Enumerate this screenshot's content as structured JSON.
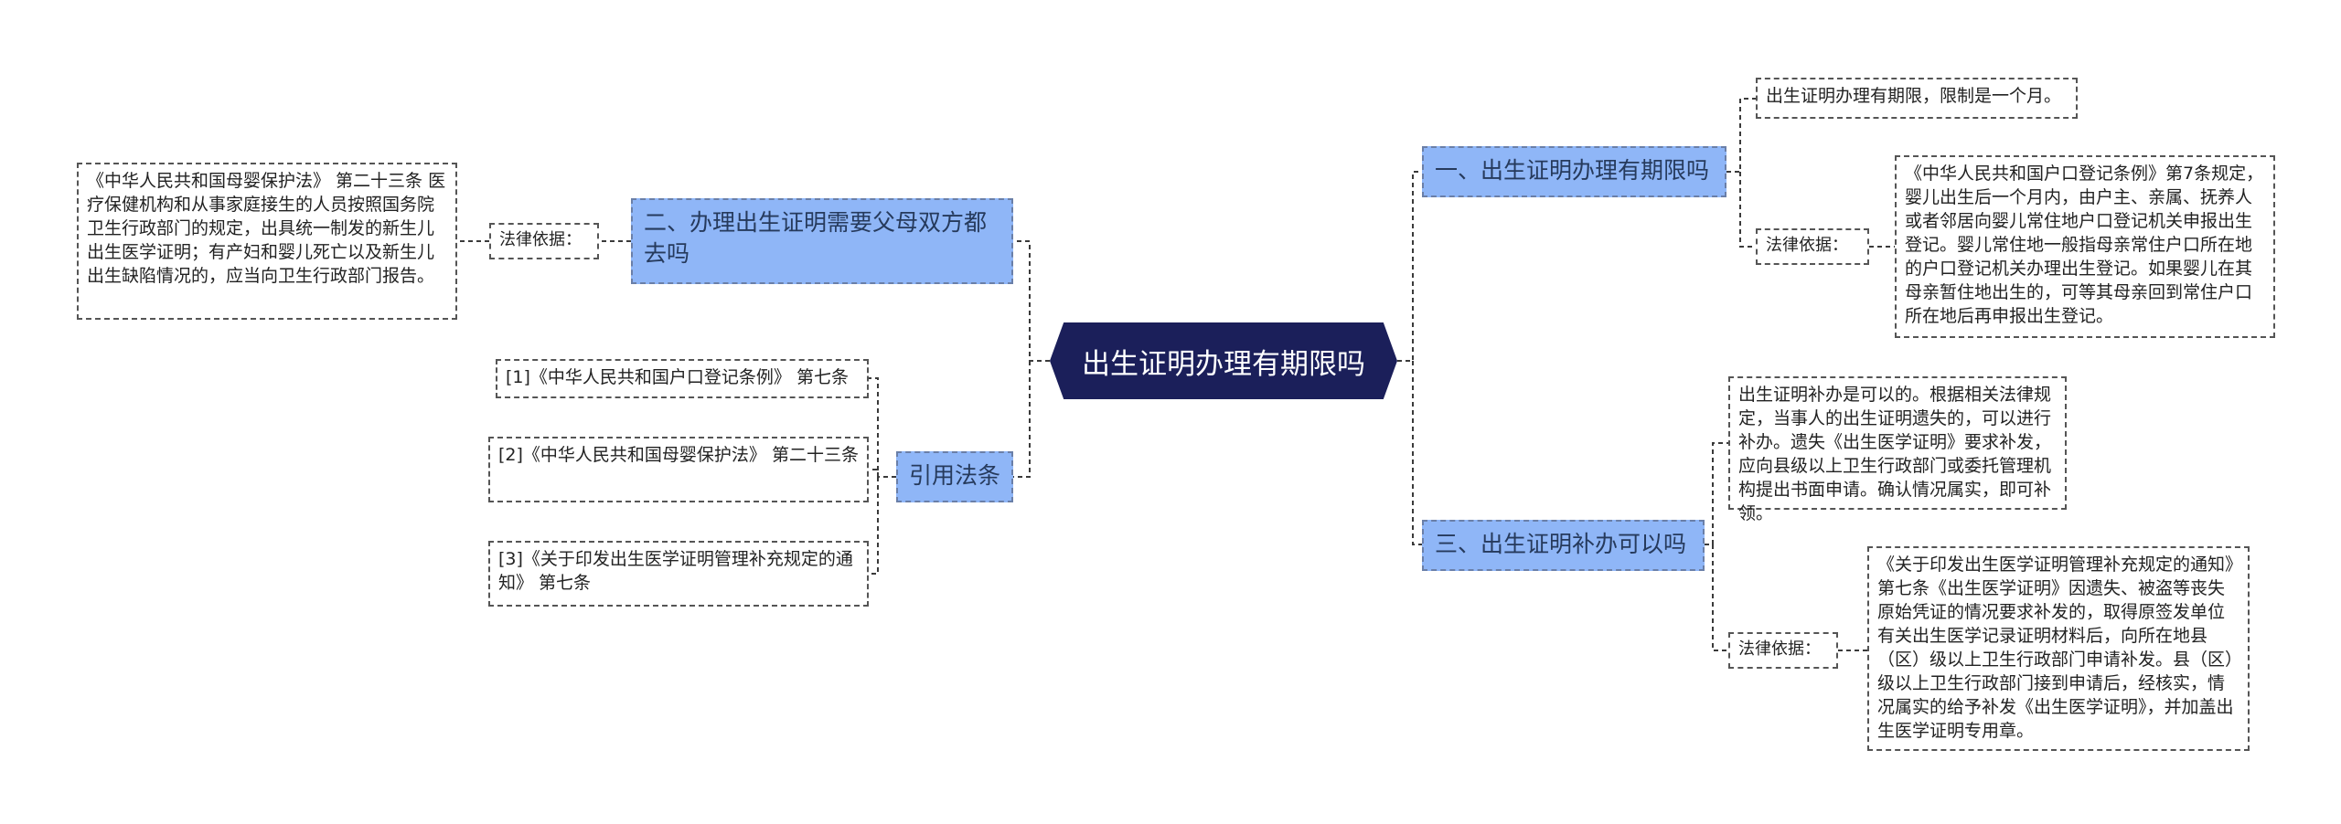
{
  "root": {
    "title": "出生证明办理有期限吗"
  },
  "branches": {
    "b1": {
      "title": "一、出生证明办理有期限吗",
      "note": "出生证明办理有期限，限制是一个月。",
      "law_label": "法律依据：",
      "law_text": "《中华人民共和国户口登记条例》第7条规定，婴儿出生后一个月内，由户主、亲属、抚养人或者邻居向婴儿常住地户口登记机关申报出生登记。婴儿常住地一般指母亲常住户口所在地的户口登记机关办理出生登记。如果婴儿在其母亲暂住地出生的，可等其母亲回到常住户口所在地后再申报出生登记。"
    },
    "b2": {
      "title": "二、办理出生证明需要父母双方都去吗",
      "law_label": "法律依据：",
      "law_text": "《中华人民共和国母婴保护法》 第二十三条 医疗保健机构和从事家庭接生的人员按照国务院卫生行政部门的规定，出具统一制发的新生儿出生医学证明；有产妇和婴儿死亡以及新生儿出生缺陷情况的，应当向卫生行政部门报告。"
    },
    "b3": {
      "title": "三、出生证明补办可以吗",
      "note": "出生证明补办是可以的。根据相关法律规定，当事人的出生证明遗失的，可以进行补办。遗失《出生医学证明》要求补发，应向县级以上卫生行政部门或委托管理机构提出书面申请。确认情况属实，即可补领。",
      "law_label": "法律依据：",
      "law_text": "《关于印发出生医学证明管理补充规定的通知》第七条《出生医学证明》因遗失、被盗等丧失原始凭证的情况要求补发的，取得原签发单位有关出生医学记录证明材料后，向所在地县（区）级以上卫生行政部门申请补发。县（区）级以上卫生行政部门接到申请后，经核实，情况属实的给予补发《出生医学证明》，并加盖出生医学证明专用章。"
    },
    "b4": {
      "title": "引用法条",
      "refs": [
        "[1]《中华人民共和国户口登记条例》 第七条",
        "[2]《中华人民共和国母婴保护法》 第二十三条",
        "[3]《关于印发出生医学证明管理补充规定的通知》 第七条"
      ]
    }
  }
}
